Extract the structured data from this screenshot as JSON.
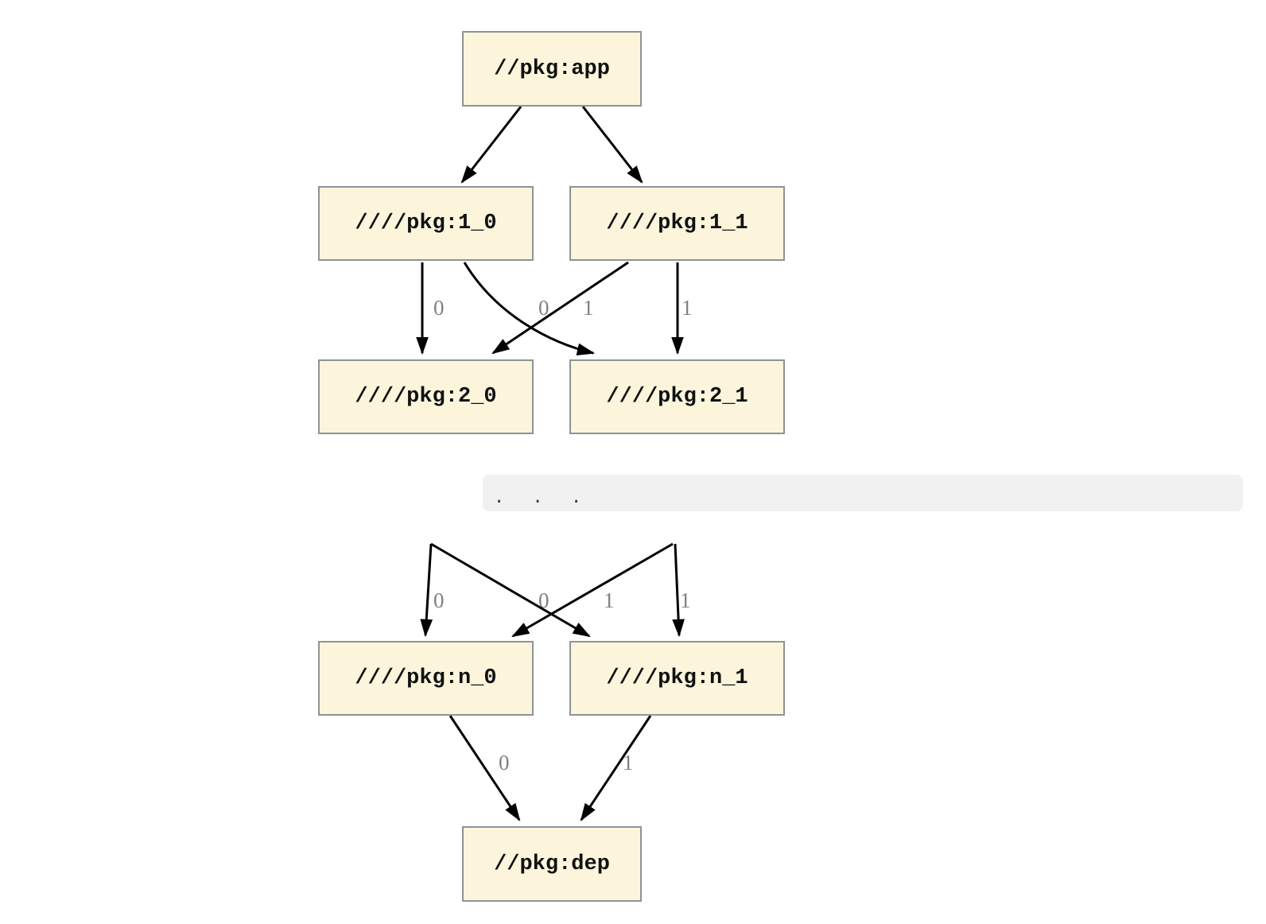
{
  "colors": {
    "background": "#ffffff",
    "node_fill": "#fcf5dc",
    "node_border": "#8d9496",
    "edge": "#000000",
    "edge_label": "#7d8287",
    "ellipsis_bg": "#f1f1f1",
    "ellipsis_text": "#3c3c3c"
  },
  "nodes": {
    "app": {
      "label": "//pkg:app"
    },
    "l1_0": {
      "label": "////pkg:1_0"
    },
    "l1_1": {
      "label": "////pkg:1_1"
    },
    "l2_0": {
      "label": "////pkg:2_0"
    },
    "l2_1": {
      "label": "////pkg:2_1"
    },
    "ln_0": {
      "label": "////pkg:n_0"
    },
    "ln_1": {
      "label": "////pkg:n_1"
    },
    "dep": {
      "label": "//pkg:dep"
    }
  },
  "edges": {
    "row1_labels": [
      "0",
      "0",
      "1",
      "1"
    ],
    "rowN_labels": [
      "0",
      "0",
      "1",
      "1"
    ],
    "dep_labels": [
      "0",
      "1"
    ]
  },
  "connections": [
    {
      "from": "//pkg:app",
      "to": "////pkg:1_0",
      "label": ""
    },
    {
      "from": "//pkg:app",
      "to": "////pkg:1_1",
      "label": ""
    },
    {
      "from": "////pkg:1_0",
      "to": "////pkg:2_0",
      "label": "0"
    },
    {
      "from": "////pkg:1_0",
      "to": "////pkg:2_1",
      "label": "1"
    },
    {
      "from": "////pkg:1_1",
      "to": "////pkg:2_0",
      "label": "0"
    },
    {
      "from": "////pkg:1_1",
      "to": "////pkg:2_1",
      "label": "1"
    },
    {
      "from": "...",
      "to": "////pkg:n_0",
      "label": "0"
    },
    {
      "from": "...",
      "to": "////pkg:n_1",
      "label": "1"
    },
    {
      "from": "...",
      "to": "////pkg:n_0",
      "label": "0"
    },
    {
      "from": "...",
      "to": "////pkg:n_1",
      "label": "1"
    },
    {
      "from": "////pkg:n_0",
      "to": "//pkg:dep",
      "label": "0"
    },
    {
      "from": "////pkg:n_1",
      "to": "//pkg:dep",
      "label": "1"
    }
  ],
  "ellipsis": {
    "text": ". . ."
  }
}
